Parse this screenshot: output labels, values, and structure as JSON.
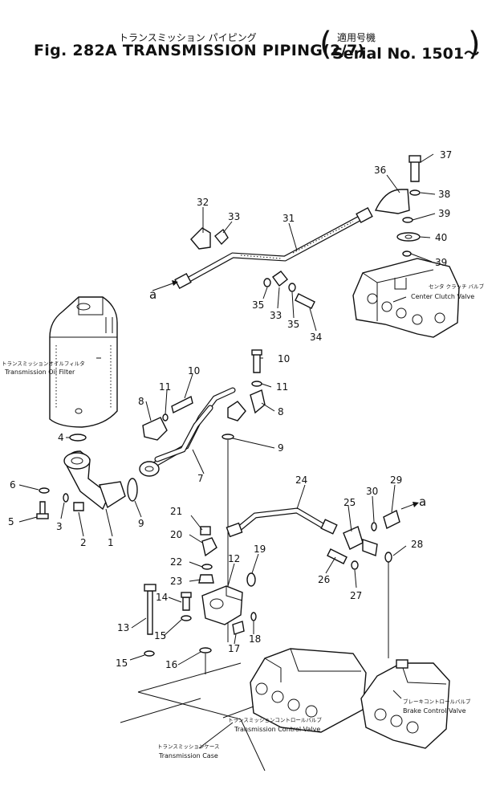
{
  "header": {
    "title_jp": "トランスミッション パイピング",
    "title_en": "Fig. 282A TRANSMISSION PIPING(2/7)",
    "serial_jp": "適用号機",
    "serial_en": "Serial No. 1501～"
  },
  "components": {
    "center_clutch_valve": {
      "jp": "センタ クラッチ バルブ",
      "en": "Center Clutch Valve"
    },
    "transmission_oil_filter": {
      "jp": "トランスミッションオイルフィルタ",
      "en": "Transmission Oil Filter"
    },
    "transmission_control_valve": {
      "jp": "トランスミッションコントロールバルブ",
      "en": "Transmission Control Valve"
    },
    "brake_control_valve": {
      "jp": "ブレーキコントロールバルブ",
      "en": "Brake Control Valve"
    },
    "transmission_case": {
      "jp": "トランスミッションケース",
      "en": "Transmission Case"
    }
  },
  "callouts": {
    "n1": "1",
    "n2": "2",
    "n3": "3",
    "n4": "4",
    "n5": "5",
    "n6": "6",
    "n7": "7",
    "n8a": "8",
    "n8b": "8",
    "n9a": "9",
    "n9b": "9",
    "n10a": "10",
    "n10b": "10",
    "n11a": "11",
    "n11b": "11",
    "n12": "12",
    "n13": "13",
    "n14": "14",
    "n15a": "15",
    "n15b": "15",
    "n16": "16",
    "n17": "17",
    "n18": "18",
    "n19": "19",
    "n20": "20",
    "n21": "21",
    "n22": "22",
    "n23": "23",
    "n24": "24",
    "n25": "25",
    "n26": "26",
    "n27": "27",
    "n28": "28",
    "n29": "29",
    "n30": "30",
    "n31": "31",
    "n32": "32",
    "n33a": "33",
    "n33b": "33",
    "n34": "34",
    "n35a": "35",
    "n35b": "35",
    "n36": "36",
    "n37": "37",
    "n38": "38",
    "n39a": "39",
    "n39b": "39",
    "n40": "40",
    "a_top": "a",
    "a_right": "a"
  }
}
